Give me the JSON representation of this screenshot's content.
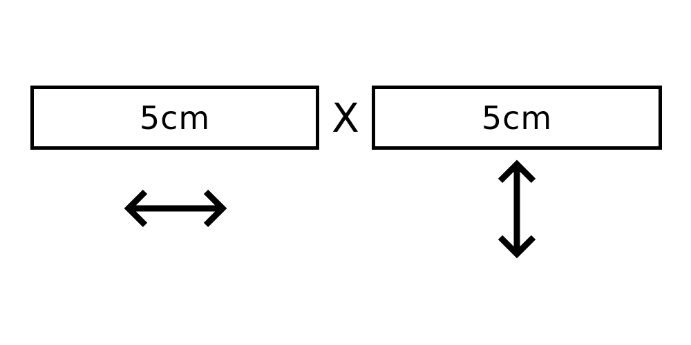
{
  "diagram": {
    "left_box": {
      "label": "5cm"
    },
    "operator": {
      "symbol": "X"
    },
    "right_box": {
      "label": "5cm"
    },
    "icons": {
      "left_arrow": "double-headed-horizontal-arrow-icon",
      "right_arrow": "double-headed-vertical-arrow-icon"
    },
    "colors": {
      "stroke": "#000000",
      "background": "#ffffff"
    }
  }
}
